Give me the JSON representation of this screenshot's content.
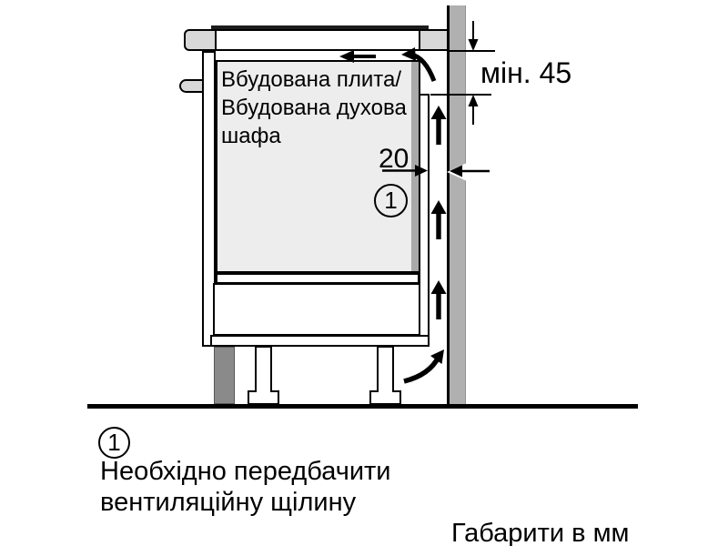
{
  "diagram": {
    "appliance_label": {
      "line1": "Вбудована плита/",
      "line2": "Вбудована духова",
      "line3": "шафа"
    },
    "dimensions": {
      "min_gap_top": "мін. 45",
      "vent_gap": "20"
    },
    "callout": "1"
  },
  "footnote": {
    "marker": "1",
    "line1": "Необхідно передбачити",
    "line2": "вентиляційну щілину"
  },
  "units_note": "Габарити в мм",
  "colors": {
    "wall": "#b0b0b0",
    "worktop_edge": "#d8d8d8",
    "appliance_body": "#ededed",
    "appliance_back_panel": "#a9a9a9",
    "plinth": "#8a8a8a",
    "outline": "#000000"
  }
}
